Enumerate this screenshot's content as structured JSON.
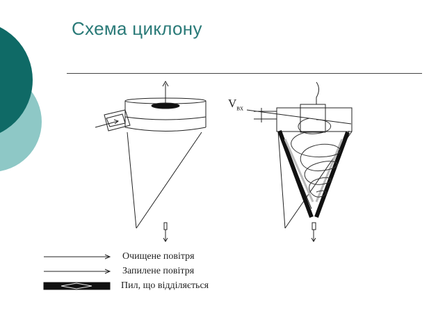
{
  "slide": {
    "title": "Схема циклону",
    "accent_dark": "#0f6a66",
    "accent_light": "#8ec8c6"
  },
  "diagram": {
    "inlet_velocity_symbol": "V",
    "inlet_velocity_subscript": "вх"
  },
  "legend": [
    {
      "label": "Очищене повітря",
      "line": "thin-arrow"
    },
    {
      "label": "Запилене повітря",
      "line": "thin-arrow"
    },
    {
      "label": "Пил, що відділяється",
      "line": "thick-band"
    }
  ]
}
